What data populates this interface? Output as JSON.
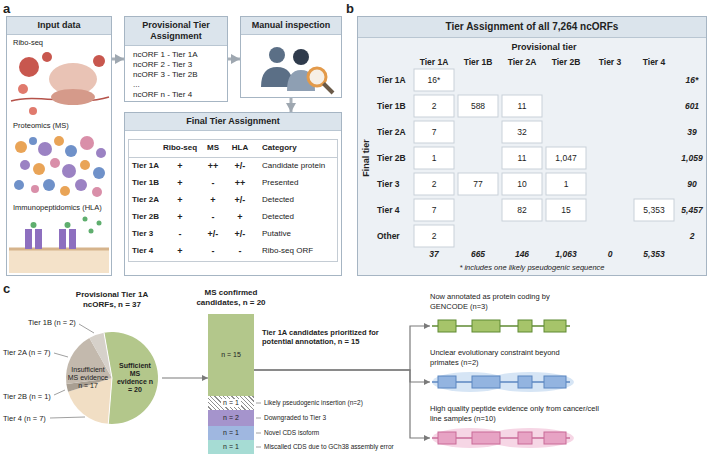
{
  "diagram": {
    "nodes": [
      {
        "text": [
          "Input data",
          "Ribo-seq",
          "Proteomics (MS)",
          "Immunopeptidomics (HLA)"
        ]
      },
      {
        "text": [
          "Provisional Tier Assignment",
          "ncORF 1 - Tier 1A",
          "ncORF 2 - Tier 3",
          "ncORF 3 - Tier 2B",
          "...",
          "ncORF n - Tier 4"
        ]
      },
      {
        "text": [
          "Manual inspection"
        ]
      },
      {
        "text": [
          "Final Tier Assignment"
        ]
      },
      {
        "text": [
          "Tier Assignment of all 7,264 ncORFs"
        ]
      },
      {
        "text": [
          "Provisional Tier 1A ncORFs, n = 37",
          "Insufficient MS evidence n = 17",
          "Sufficient MS evidence n = 20"
        ]
      },
      {
        "text": [
          "MS confirmed candidates, n = 20"
        ]
      },
      {
        "text": [
          "n = 15"
        ],
        "in": 6
      },
      {
        "text": [
          "n = 1"
        ],
        "in": 6
      },
      {
        "text": [
          "n = 2"
        ],
        "in": 6
      },
      {
        "text": [
          "n = 1"
        ],
        "in": 6
      },
      {
        "text": [
          "n = 1"
        ],
        "in": 6
      },
      {
        "text": [
          "Now annotated as protein coding by GENCODE (n=3)"
        ]
      },
      {
        "text": [
          "Unclear evolutionary constraint beyond primates (n=2)"
        ]
      },
      {
        "text": [
          "High quality peptide evidence only from cancer/cell line samples (n=10)"
        ]
      }
    ],
    "edges": [
      {
        "from": 0,
        "to": 1,
        "arrow": "to"
      },
      {
        "from": 1,
        "to": 2,
        "arrow": "to"
      },
      {
        "from": 2,
        "to": 3,
        "arrow": "to"
      },
      {
        "from": 5,
        "to": 6,
        "arrow": "to"
      },
      {
        "from": 6,
        "to": 12,
        "arrow": "to"
      },
      {
        "from": 6,
        "to": 13,
        "arrow": "to"
      },
      {
        "from": 6,
        "to": 14,
        "arrow": "to"
      }
    ],
    "labels": [
      "a",
      "Ribo-seq",
      "MS",
      "HLA",
      "Category",
      "Tier 1A",
      "+",
      "++",
      "+/-",
      "Candidate protein",
      "Tier 1B",
      "+",
      "-",
      "++",
      "Presented",
      "Tier 2A",
      "+",
      "+",
      "+/-",
      "Detected",
      "Tier 2B",
      "+",
      "-",
      "+",
      "Detected",
      "Tier 3",
      "-",
      "+/-",
      "+/-",
      "Putative",
      "Tier 4",
      "+",
      "-",
      "-",
      "Ribo-seq ORF",
      "b",
      "Provisional tier",
      "Tier 1A",
      "Tier 1B",
      "Tier 2A",
      "Tier 2B",
      "Tier 3",
      "Tier 4",
      "Final tier",
      "Tier 1A",
      "16*",
      "16*",
      "Tier 1B",
      "2",
      "588",
      "11",
      "601",
      "Tier 2A",
      "7",
      "32",
      "39",
      "Tier 2B",
      "1",
      "11",
      "1,047",
      "1,059",
      "Tier 3",
      "2",
      "77",
      "10",
      "1",
      "90",
      "Tier 4",
      "7",
      "82",
      "15",
      "5,353",
      "5,457",
      "Other",
      "2",
      "2",
      "37",
      "665",
      "146",
      "1,063",
      "0",
      "5,353",
      "* includes one likely pseudogenic sequence",
      "c",
      "Tier 1B (n = 2)",
      "Tier 2A (n = 7)",
      "Tier 2B (n = 1)",
      "Tier 4 (n = 7)",
      "Likely pseudogenic insertion (n=2)",
      "Downgraded to Tier 3",
      "Novel CDS isoform",
      "Miscalled CDS due to GCh38 assembly error",
      "Tier 1A candidates prioritized for potential annotation, n = 15"
    ]
  }
}
